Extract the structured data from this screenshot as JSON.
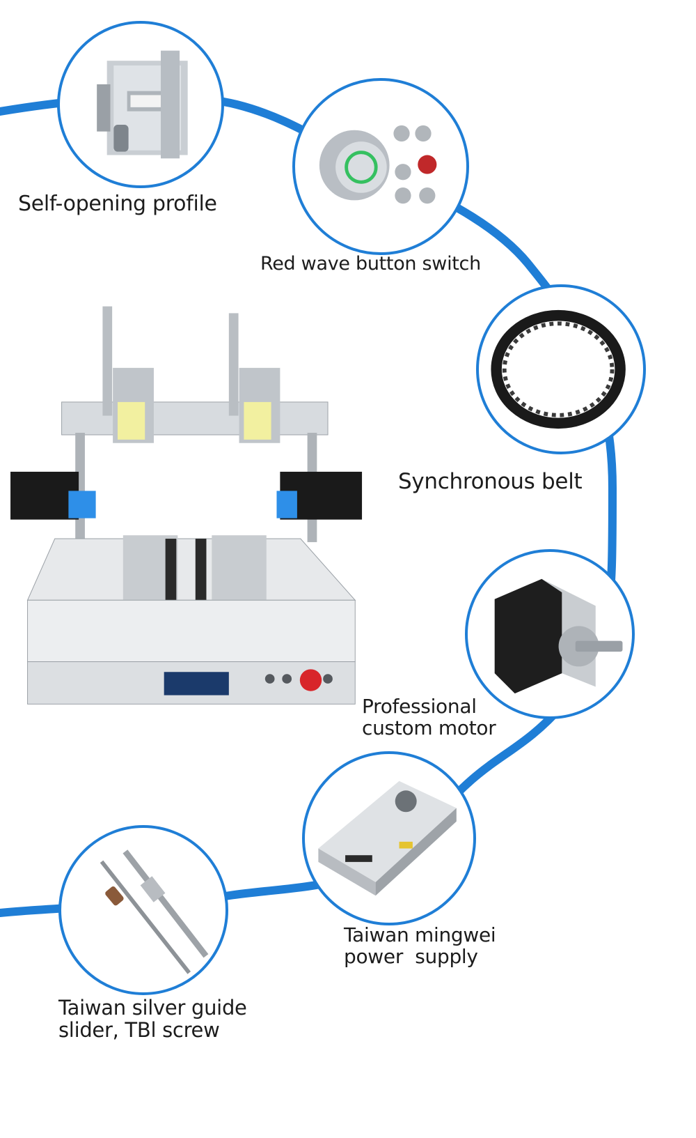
{
  "theme": {
    "accent": "#1f7ed6",
    "text": "#1c1c1c"
  },
  "components": [
    {
      "label": "Self-opening profile",
      "icon": "aluminum-profile-icon"
    },
    {
      "label": "Red wave button switch",
      "icon": "push-button-switch-icon"
    },
    {
      "label": "Synchronous belt",
      "icon": "timing-belt-icon"
    },
    {
      "label_lines": [
        "Professional",
        "custom motor"
      ],
      "icon": "stepper-motor-icon"
    },
    {
      "label_lines": [
        "Taiwan mingwei",
        "power  supply"
      ],
      "icon": "power-supply-icon"
    },
    {
      "label_lines": [
        "Taiwan silver guide",
        "slider, TBl screw"
      ],
      "icon": "linear-guide-screw-icon"
    }
  ],
  "machine": {
    "icon": "dual-head-screw-machine-icon"
  }
}
